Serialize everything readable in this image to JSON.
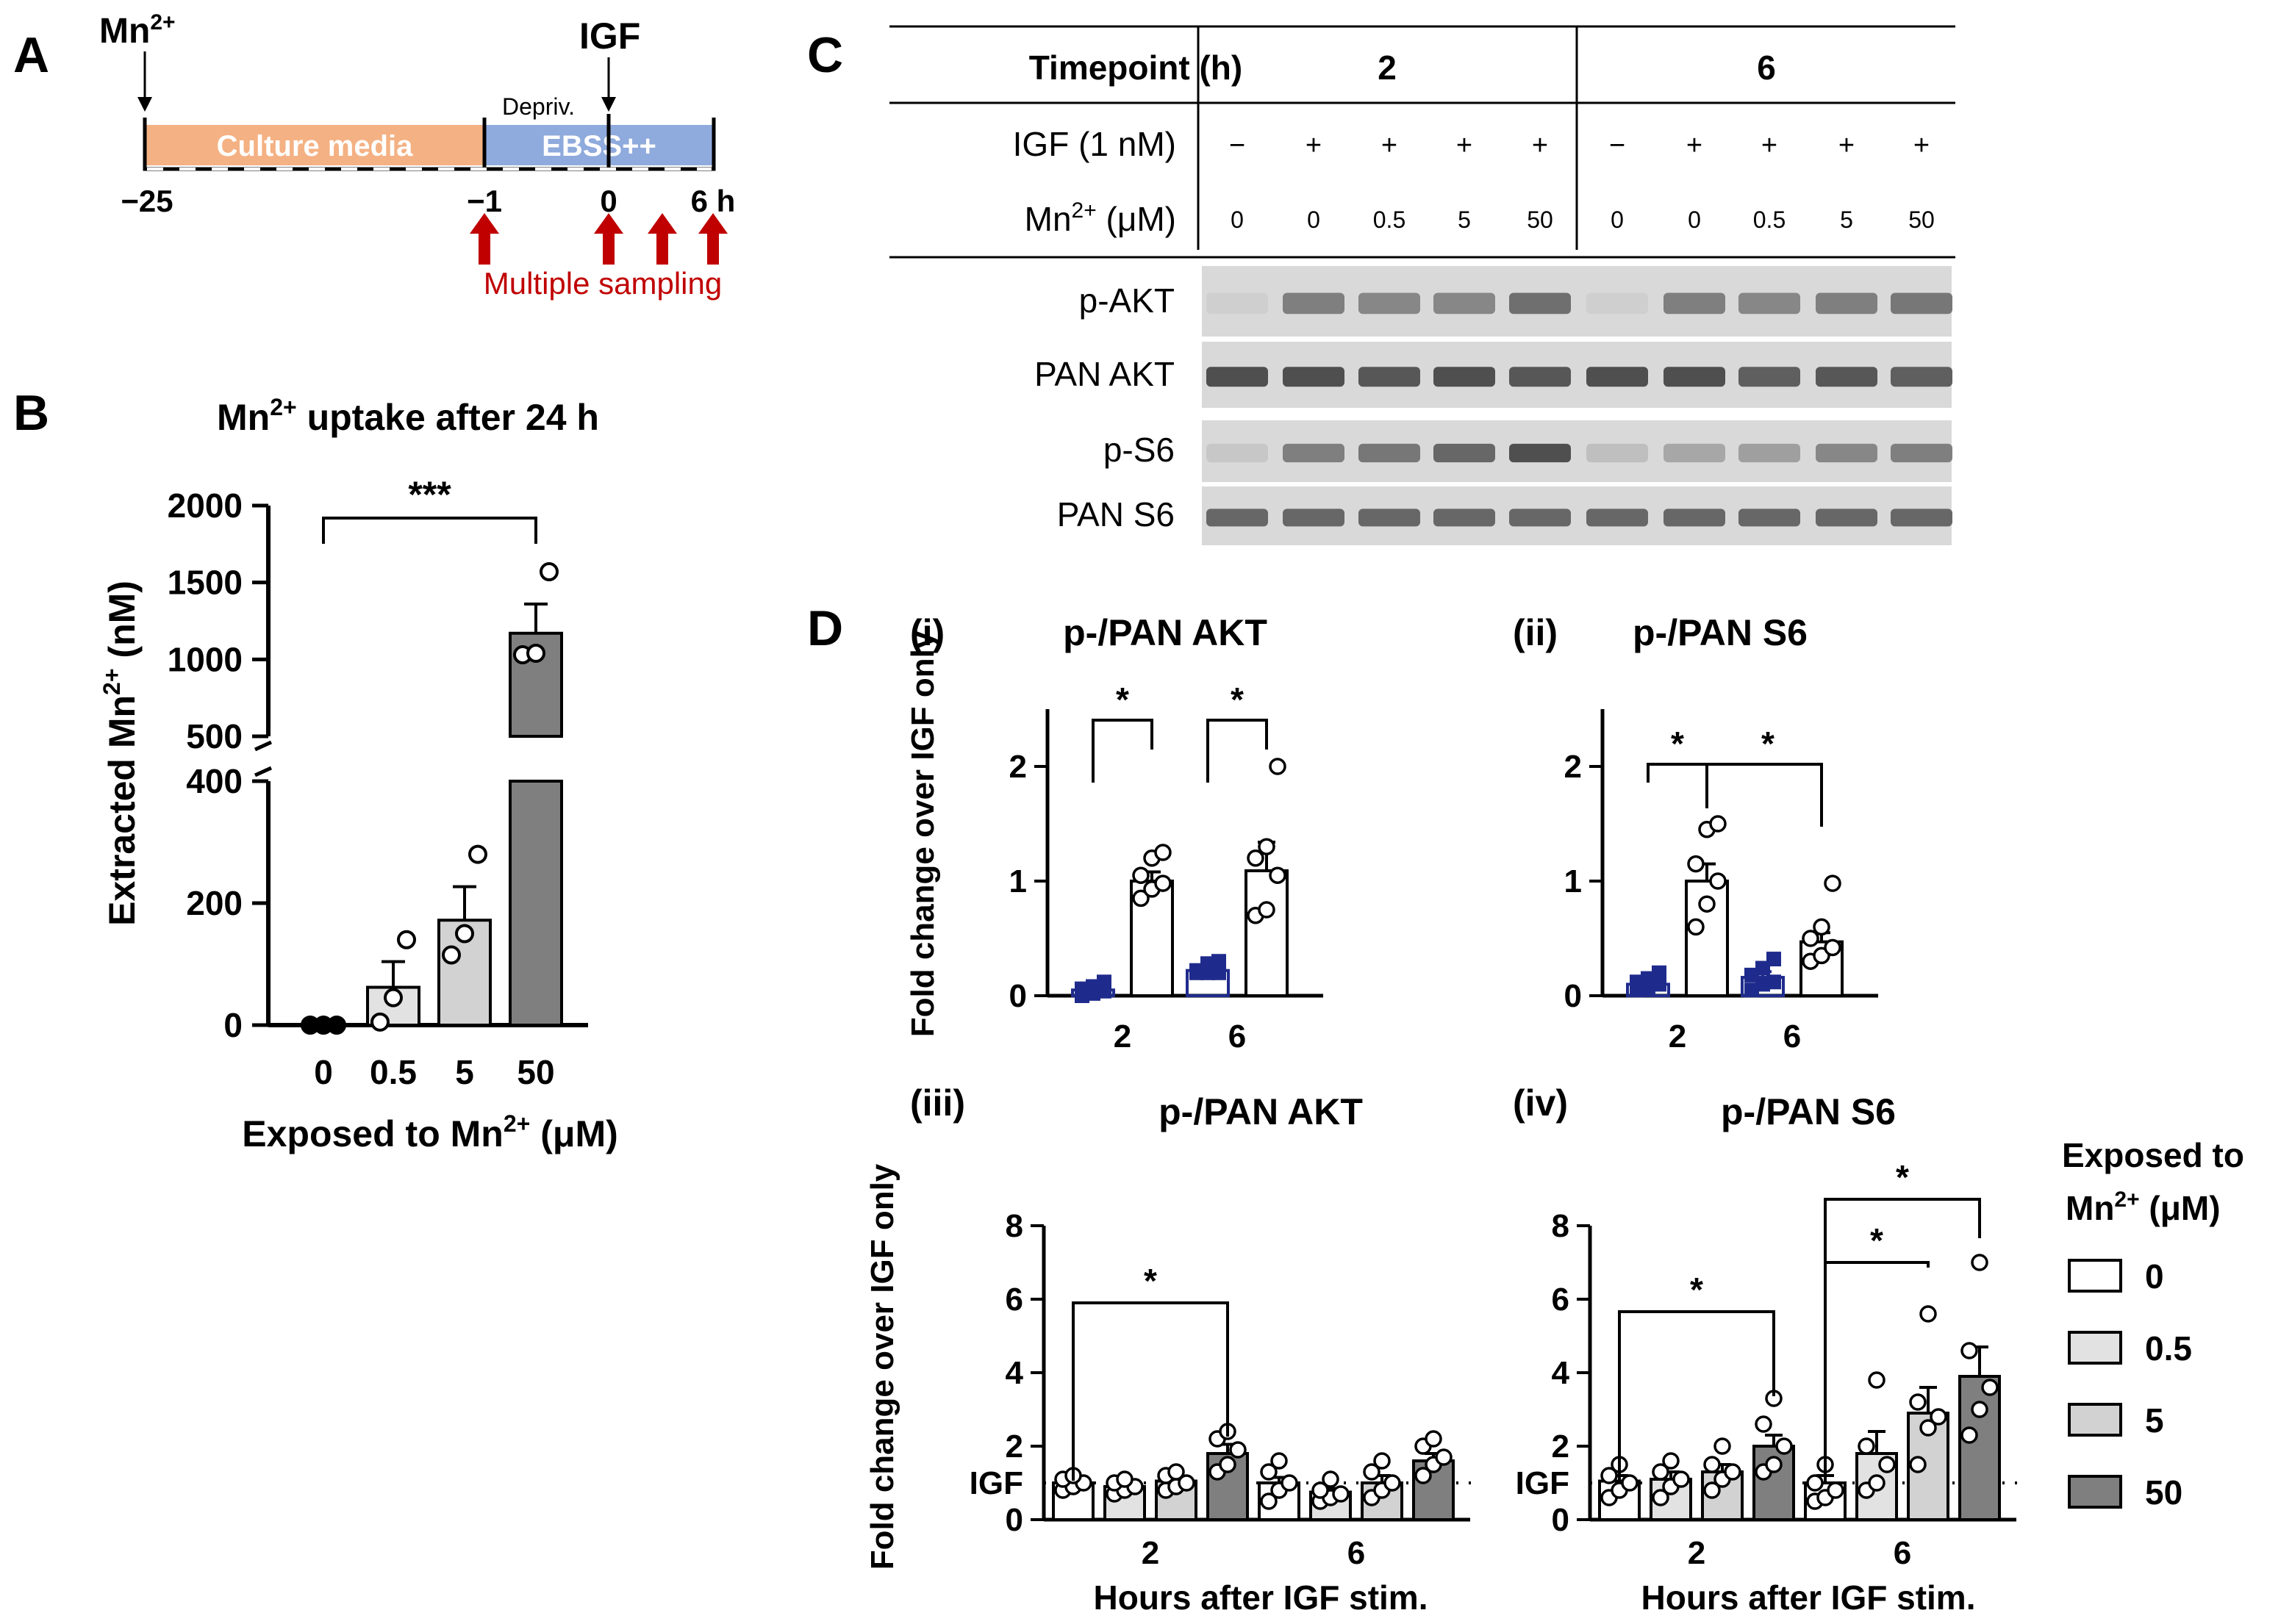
{
  "figure": {
    "panel_labels": {
      "a": "A",
      "b": "B",
      "c": "C",
      "d": "D"
    },
    "colors": {
      "culture": "#f4b183",
      "ebss": "#8faadc",
      "red": "#c00000",
      "blue": "#1f2b8c",
      "bar0": "#ffffff",
      "bar05": "#e2e2e2",
      "bar5": "#d2d2d2",
      "bar50": "#7f7f7f"
    }
  },
  "timeline": {
    "mn_label": "Mn",
    "mn_sup": "2+",
    "igf_label": "IGF",
    "depriv_label": "Depriv.",
    "culture_label": "Culture media",
    "ebss_label": "EBSS++",
    "ticks": [
      "−25",
      "−1",
      "0",
      "6 h"
    ],
    "sampling_label": "Multiple sampling"
  },
  "blot": {
    "header_label": "Timepoint (h)",
    "timepoints": [
      "2",
      "6"
    ],
    "igf_row_label": "IGF (1 nM)",
    "igf_values": [
      "−",
      "+",
      "+",
      "+",
      "+",
      "−",
      "+",
      "+",
      "+",
      "+"
    ],
    "mn_row_label": "Mn",
    "mn_row_sup": "2+",
    "mn_row_unit": " (μM)",
    "mn_values": [
      "0",
      "0",
      "0.5",
      "5",
      "50",
      "0",
      "0",
      "0.5",
      "5",
      "50"
    ],
    "bands": [
      "p-AKT",
      "PAN AKT",
      "p-S6",
      "PAN S6"
    ],
    "band_intensity": {
      "p-AKT": [
        0.05,
        0.55,
        0.5,
        0.5,
        0.65,
        0.05,
        0.55,
        0.5,
        0.55,
        0.6
      ],
      "PAN AKT": [
        0.85,
        0.85,
        0.8,
        0.85,
        0.8,
        0.85,
        0.85,
        0.75,
        0.8,
        0.75
      ],
      "p-S6": [
        0.1,
        0.55,
        0.6,
        0.7,
        0.85,
        0.15,
        0.3,
        0.35,
        0.5,
        0.55
      ],
      "PAN S6": [
        0.7,
        0.7,
        0.7,
        0.7,
        0.7,
        0.7,
        0.7,
        0.7,
        0.7,
        0.7
      ]
    }
  },
  "panel_d_labels": {
    "i": "(i)",
    "ii": "(ii)",
    "iii": "(iii)",
    "iv": "(iv)"
  },
  "legend": {
    "title_line1": "Exposed to",
    "title_line2": "Mn",
    "title_sup": "2+",
    "title_unit": " (μM)",
    "items": [
      "0",
      "0.5",
      "5",
      "50"
    ]
  },
  "chart_data": [
    {
      "id": "B",
      "type": "bar",
      "title": "Mn",
      "title_sup": "2+",
      "title_rest": " uptake after 24 h",
      "xlabel": "Exposed to Mn",
      "xlabel_sup": "2+",
      "xlabel_rest": " (μM)",
      "ylabel": "Extracted Mn",
      "ylabel_sup": "2+",
      "ylabel_rest": " (nM)",
      "categories": [
        "0",
        "0.5",
        "5",
        "50"
      ],
      "values": [
        0,
        62,
        172,
        1170
      ],
      "errors": [
        3,
        42,
        55,
        190
      ],
      "points": [
        [
          0,
          0,
          0
        ],
        [
          5,
          45,
          140
        ],
        [
          115,
          150,
          280
        ],
        [
          1030,
          1040,
          1570
        ]
      ],
      "y_lower_ticks": [
        "0",
        "200",
        "400"
      ],
      "y_upper_ticks": [
        "500",
        "1000",
        "1500",
        "2000"
      ],
      "ylim_lower": [
        0,
        400
      ],
      "ylim_upper": [
        500,
        2000
      ],
      "significance": "***"
    },
    {
      "id": "D-i",
      "type": "bar",
      "title": "p-/PAN AKT",
      "ylabel": "Fold change over IGF only",
      "categories": [
        "2",
        "6"
      ],
      "ylim": [
        0,
        2.5
      ],
      "yticks": [
        "0",
        "1",
        "2"
      ],
      "series": [
        {
          "values": [
            0.05,
            0.22
          ],
          "errors": [
            0.03,
            0.04
          ],
          "points": [
            [
              0.0,
              0.02,
              0.04,
              0.06,
              0.08,
              0.12
            ],
            [
              0.2,
              0.2,
              0.2,
              0.22,
              0.28,
              0.3
            ]
          ]
        },
        {
          "values": [
            1.0,
            1.09
          ],
          "errors": [
            0.08,
            0.25
          ],
          "points": [
            [
              0.85,
              0.93,
              0.98,
              1.05,
              1.2,
              1.25
            ],
            [
              0.7,
              0.75,
              1.05,
              1.2,
              1.3,
              2.0
            ]
          ]
        }
      ],
      "significance": [
        "*",
        "*"
      ]
    },
    {
      "id": "D-ii",
      "type": "bar",
      "title": "p-/PAN S6",
      "categories": [
        "2",
        "6"
      ],
      "ylim": [
        0,
        2.5
      ],
      "yticks": [
        "0",
        "1",
        "2"
      ],
      "series": [
        {
          "values": [
            0.1,
            0.16
          ],
          "errors": [
            0.03,
            0.05
          ],
          "points": [
            [
              0.05,
              0.07,
              0.1,
              0.12,
              0.15,
              0.2
            ],
            [
              0.05,
              0.1,
              0.12,
              0.18,
              0.24,
              0.32
            ]
          ]
        },
        {
          "values": [
            1.0,
            0.47
          ],
          "errors": [
            0.15,
            0.08
          ],
          "points": [
            [
              0.6,
              0.8,
              1.0,
              1.15,
              1.45,
              1.5
            ],
            [
              0.3,
              0.35,
              0.42,
              0.5,
              0.6,
              0.98
            ]
          ]
        }
      ],
      "significance": [
        "*",
        "*"
      ]
    },
    {
      "id": "D-iii",
      "type": "bar",
      "title": "p-/PAN AKT",
      "xlabel": "Hours after IGF stim.",
      "ylabel": "Fold change over IGF only",
      "baseline_label": "IGF",
      "categories": [
        "2",
        "6"
      ],
      "ylim": [
        0,
        8
      ],
      "yticks": [
        "0",
        "2",
        "4",
        "6",
        "8"
      ],
      "series": [
        {
          "name": "0",
          "values": [
            1.0,
            1.0
          ],
          "errors": [
            0.1,
            0.15
          ],
          "points": [
            [
              0.8,
              0.9,
              1.0,
              1.1,
              1.2
            ],
            [
              0.5,
              0.8,
              1.0,
              1.3,
              1.6
            ]
          ]
        },
        {
          "name": "0.5",
          "values": [
            0.9,
            0.75
          ],
          "errors": [
            0.1,
            0.1
          ],
          "points": [
            [
              0.7,
              0.8,
              0.9,
              1.0,
              1.1
            ],
            [
              0.5,
              0.6,
              0.7,
              0.8,
              1.1
            ]
          ]
        },
        {
          "name": "5",
          "values": [
            1.05,
            1.0
          ],
          "errors": [
            0.12,
            0.2
          ],
          "points": [
            [
              0.8,
              0.9,
              1.0,
              1.2,
              1.3
            ],
            [
              0.6,
              0.8,
              1.0,
              1.3,
              1.6
            ]
          ]
        },
        {
          "name": "50",
          "values": [
            1.8,
            1.6
          ],
          "errors": [
            0.25,
            0.2
          ],
          "points": [
            [
              1.3,
              1.5,
              1.9,
              2.2,
              2.4
            ],
            [
              1.2,
              1.5,
              1.7,
              2.0,
              2.2
            ]
          ]
        }
      ],
      "significance": [
        "*"
      ]
    },
    {
      "id": "D-iv",
      "type": "bar",
      "title": "p-/PAN S6",
      "xlabel": "Hours after IGF stim.",
      "baseline_label": "IGF",
      "categories": [
        "2",
        "6"
      ],
      "ylim": [
        0,
        8
      ],
      "yticks": [
        "0",
        "2",
        "4",
        "6",
        "8"
      ],
      "series": [
        {
          "name": "0",
          "values": [
            1.05,
            1.0
          ],
          "errors": [
            0.15,
            0.2
          ],
          "points": [
            [
              0.6,
              0.8,
              1.0,
              1.2,
              1.5
            ],
            [
              0.5,
              0.6,
              0.8,
              1.0,
              1.5
            ]
          ]
        },
        {
          "name": "0.5",
          "values": [
            1.1,
            1.8
          ],
          "errors": [
            0.2,
            0.6
          ],
          "points": [
            [
              0.6,
              0.9,
              1.1,
              1.3,
              1.6
            ],
            [
              0.8,
              1.0,
              1.5,
              2.0,
              3.8
            ]
          ]
        },
        {
          "name": "5",
          "values": [
            1.3,
            2.9
          ],
          "errors": [
            0.2,
            0.7
          ],
          "points": [
            [
              0.8,
              1.1,
              1.3,
              1.5,
              2.0
            ],
            [
              1.5,
              2.5,
              2.8,
              3.2,
              5.6
            ]
          ]
        },
        {
          "name": "50",
          "values": [
            2.0,
            3.9
          ],
          "errors": [
            0.3,
            0.8
          ],
          "points": [
            [
              1.3,
              1.5,
              2.0,
              2.6,
              3.3
            ],
            [
              2.3,
              3.0,
              3.6,
              4.6,
              7.0
            ]
          ]
        }
      ],
      "significance": [
        "*",
        "*",
        "*"
      ]
    }
  ]
}
